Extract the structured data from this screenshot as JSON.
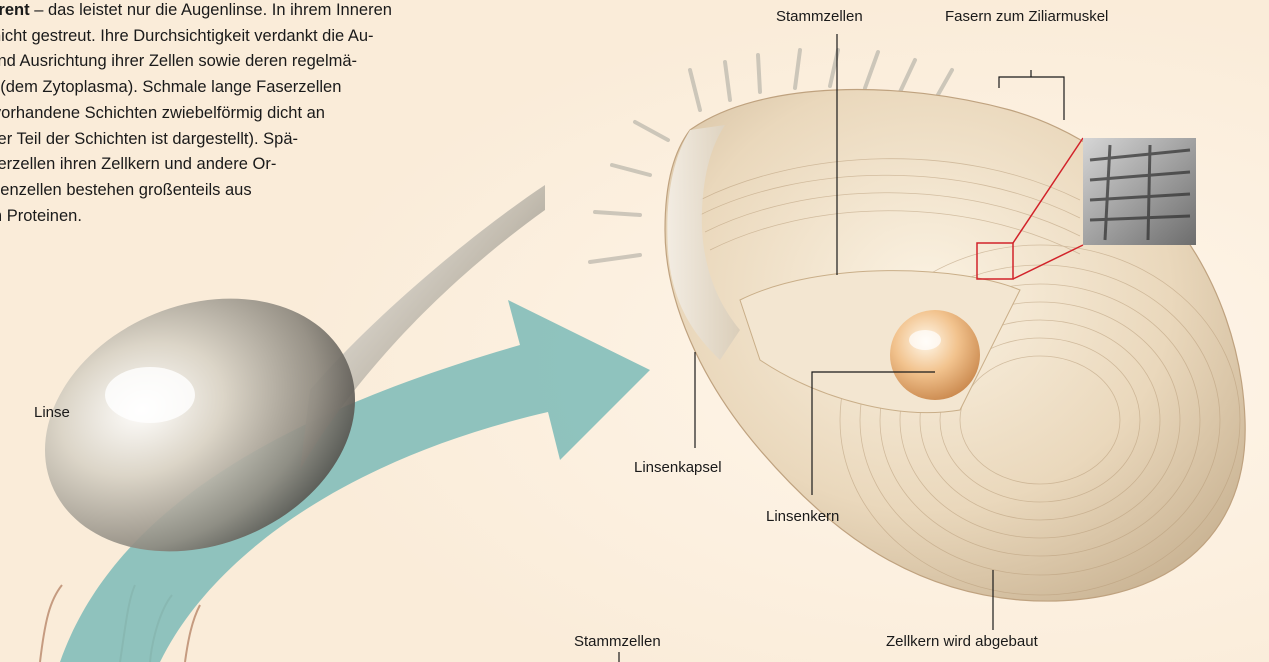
{
  "text_block": {
    "lines": [
      "sparent",
      " – das leistet nur die Augenlinse. In ihrem Inneren",
      "ch nicht gestreut. Ihre Durchsichtigkeit verdankt die Au-",
      "m und Ausrichtung ihrer Zellen sowie deren regelmä-",
      "sse (dem Zytoplasma). Schmale lange Faserzellen",
      "on vorhandene Schichten zwiebelförmig dicht an",
      "ringer Teil der Schichten ist dargestellt). Spä-",
      "Faserzellen ihren Zellkern und andere Or-",
      "Linsenzellen bestehen großenteils aus",
      "nten Proteinen."
    ]
  },
  "labels": {
    "linse": "Linse",
    "stammzellen_top": "Stammzellen",
    "fasern": "Fasern zum Ziliarmuskel",
    "linsenkapsel": "Linsenkapsel",
    "linsenkern": "Linsenkern",
    "zellkern": "Zellkern wird abgebaut",
    "stammzellen_bottom": "Stammzellen"
  },
  "colors": {
    "background": "#faecd9",
    "arrow": "#7fbcb8",
    "lens_body": "#ecdcc0",
    "highlight_box": "#d2232a",
    "leader_line": "#1a1a1a"
  }
}
